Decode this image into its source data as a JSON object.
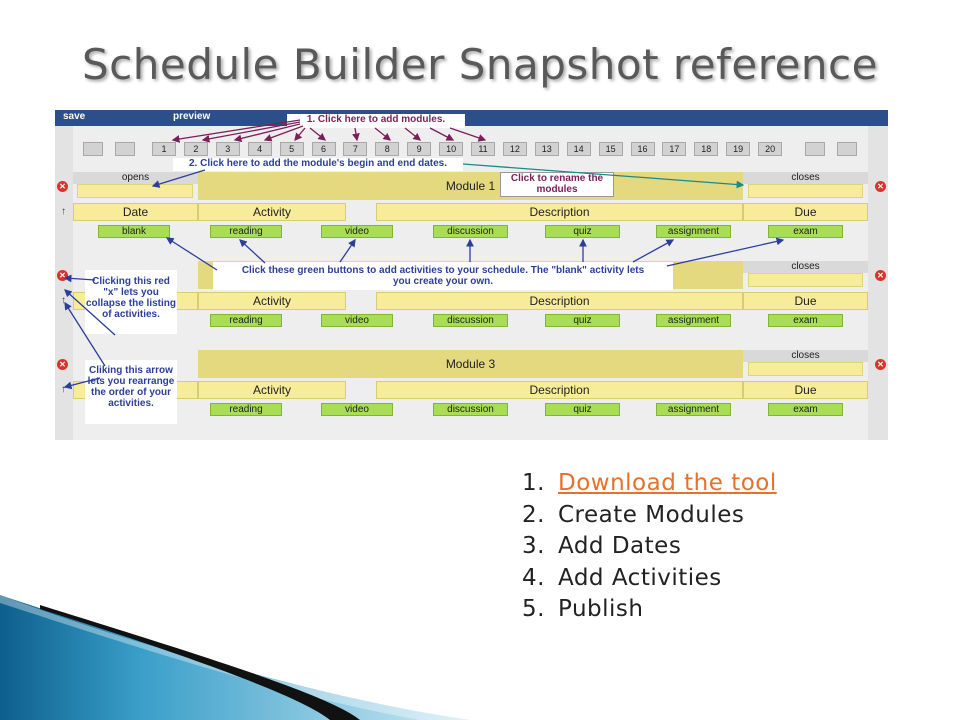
{
  "title": "Schedule Builder Snapshot reference",
  "toolbar": {
    "save": "save",
    "preview": "preview"
  },
  "module_numbers": [
    "1",
    "2",
    "3",
    "4",
    "5",
    "6",
    "7",
    "8",
    "9",
    "10",
    "11",
    "12",
    "13",
    "14",
    "15",
    "16",
    "17",
    "18",
    "19",
    "20"
  ],
  "modules": [
    {
      "opens_label": "opens",
      "name": "Module 1",
      "closes_label": "closes",
      "headers": [
        "Date",
        "Activity",
        "Description",
        "Due"
      ],
      "activities": [
        "blank",
        "reading",
        "video",
        "discussion",
        "quiz",
        "assignment",
        "exam"
      ]
    },
    {
      "opens_label": "",
      "name": "",
      "closes_label": "closes",
      "headers": [
        "Activity",
        "Description",
        "Due"
      ],
      "activities": [
        "reading",
        "video",
        "discussion",
        "quiz",
        "assignment",
        "exam"
      ]
    },
    {
      "opens_label": "",
      "name": "Module 3",
      "closes_label": "closes",
      "headers": [
        "Activity",
        "Description",
        "Due"
      ],
      "activities": [
        "reading",
        "video",
        "discussion",
        "quiz",
        "assignment",
        "exam"
      ]
    }
  ],
  "callouts": {
    "add_modules": "1. Click here to add modules.",
    "add_dates": "2. Click here to add the module's begin and end dates.",
    "rename": "Click to rename the modules",
    "green_buttons": "Click these green buttons to add activities to your schedule.  The \"blank\" activity lets you create your own.",
    "red_x": "Clicking this red \"x\" lets you collapse the listing of activities.",
    "arrow": "Cliking this arrow lets you rearrange the order of your activities."
  },
  "icons": {
    "close": "close-x-icon",
    "move": "up-arrow-icon"
  },
  "steps": [
    {
      "number": "1.",
      "text": "Download the tool",
      "link": true
    },
    {
      "number": "2.",
      "text": "Create Modules",
      "link": false
    },
    {
      "number": "3.",
      "text": "Add Dates",
      "link": false
    },
    {
      "number": "4.",
      "text": "Add Activities",
      "link": false
    },
    {
      "number": "5.",
      "text": "Publish",
      "link": false
    }
  ],
  "colors": {
    "toolbar": "#2b4f88",
    "link": "#e8702a",
    "green_button": "#a8dd55",
    "field": "#f7ec9a",
    "close_x": "#d8342c"
  }
}
